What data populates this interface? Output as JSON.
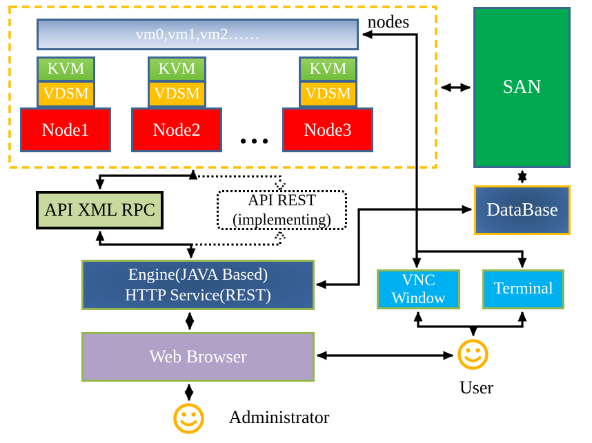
{
  "cluster": {
    "label": "nodes",
    "vm_bar": "vm0,vm1,vm2……",
    "ellipsis": "...",
    "stacks": [
      {
        "hypervisor": "KVM",
        "agent": "VDSM",
        "node": "Node1"
      },
      {
        "hypervisor": "KVM",
        "agent": "VDSM",
        "node": "Node2"
      },
      {
        "hypervisor": "KVM",
        "agent": "VDSM",
        "node": "Node3"
      }
    ]
  },
  "storage": {
    "san": "SAN",
    "database": "DataBase"
  },
  "api": {
    "xml_rpc": "API XML RPC",
    "rest_line1": "API REST",
    "rest_line2": "(implementing)"
  },
  "engine": {
    "line1": "Engine(JAVA Based)",
    "line2": "HTTP Service(REST)"
  },
  "client": {
    "web_browser": "Web Browser",
    "vnc_line1": "VNC",
    "vnc_line2": "Window",
    "terminal": "Terminal"
  },
  "actors": {
    "user": "User",
    "administrator": "Administrator"
  },
  "colors": {
    "kvm_green": "#74BD3C",
    "vdsm_gold": "#FFC000",
    "node_red": "#FF0000",
    "san_green": "#00A84F",
    "cluster_dash_gold": "#FFC000",
    "database_border_gold": "#FFC000",
    "client_cyan": "#00B0F0",
    "browser_purple": "#B1A0C7",
    "olive_border_green": "#94B64E",
    "steel_blue_border": "#3D6591",
    "engine_blue_dark": "#2E5480",
    "engine_blue_light": "#5E87BE",
    "smiley_gold": "#FFB300",
    "arrow_black": "#000000"
  }
}
